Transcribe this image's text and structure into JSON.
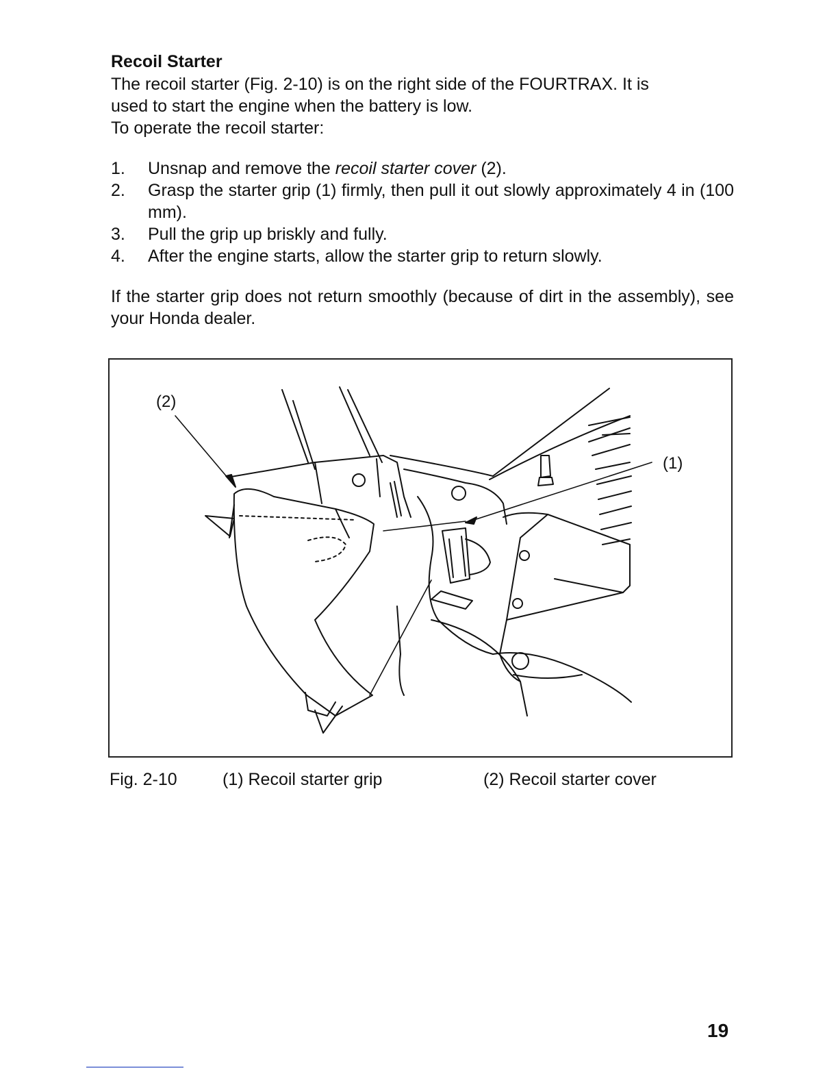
{
  "section": {
    "heading": "Recoil Starter",
    "intro_lines": [
      "The recoil starter (Fig. 2-10) is on the right side of the FOURTRAX. It is",
      "used to start the engine when the battery is low.",
      "To operate the recoil starter:"
    ],
    "steps": [
      {
        "num": "1.",
        "text_before": "Unsnap and remove the ",
        "text_italic": "recoil starter cover",
        "text_after": " (2)."
      },
      {
        "num": "2.",
        "text": "Grasp the starter grip (1) firmly, then pull it out slowly approximately 4 in (100 mm)."
      },
      {
        "num": "3.",
        "text": "Pull the grip up briskly and fully."
      },
      {
        "num": "4.",
        "text": "After the engine starts, allow the starter grip to return slowly."
      }
    ],
    "note": "If the starter grip does not return smoothly (because of dirt in the assembly), see your Honda dealer."
  },
  "figure": {
    "callout_1": "(1)",
    "callout_2": "(2)"
  },
  "caption": {
    "fig_label": "Fig. 2-10",
    "item_1": "(1) Recoil starter grip",
    "item_2": "(2) Recoil starter cover"
  },
  "page_number": "19"
}
